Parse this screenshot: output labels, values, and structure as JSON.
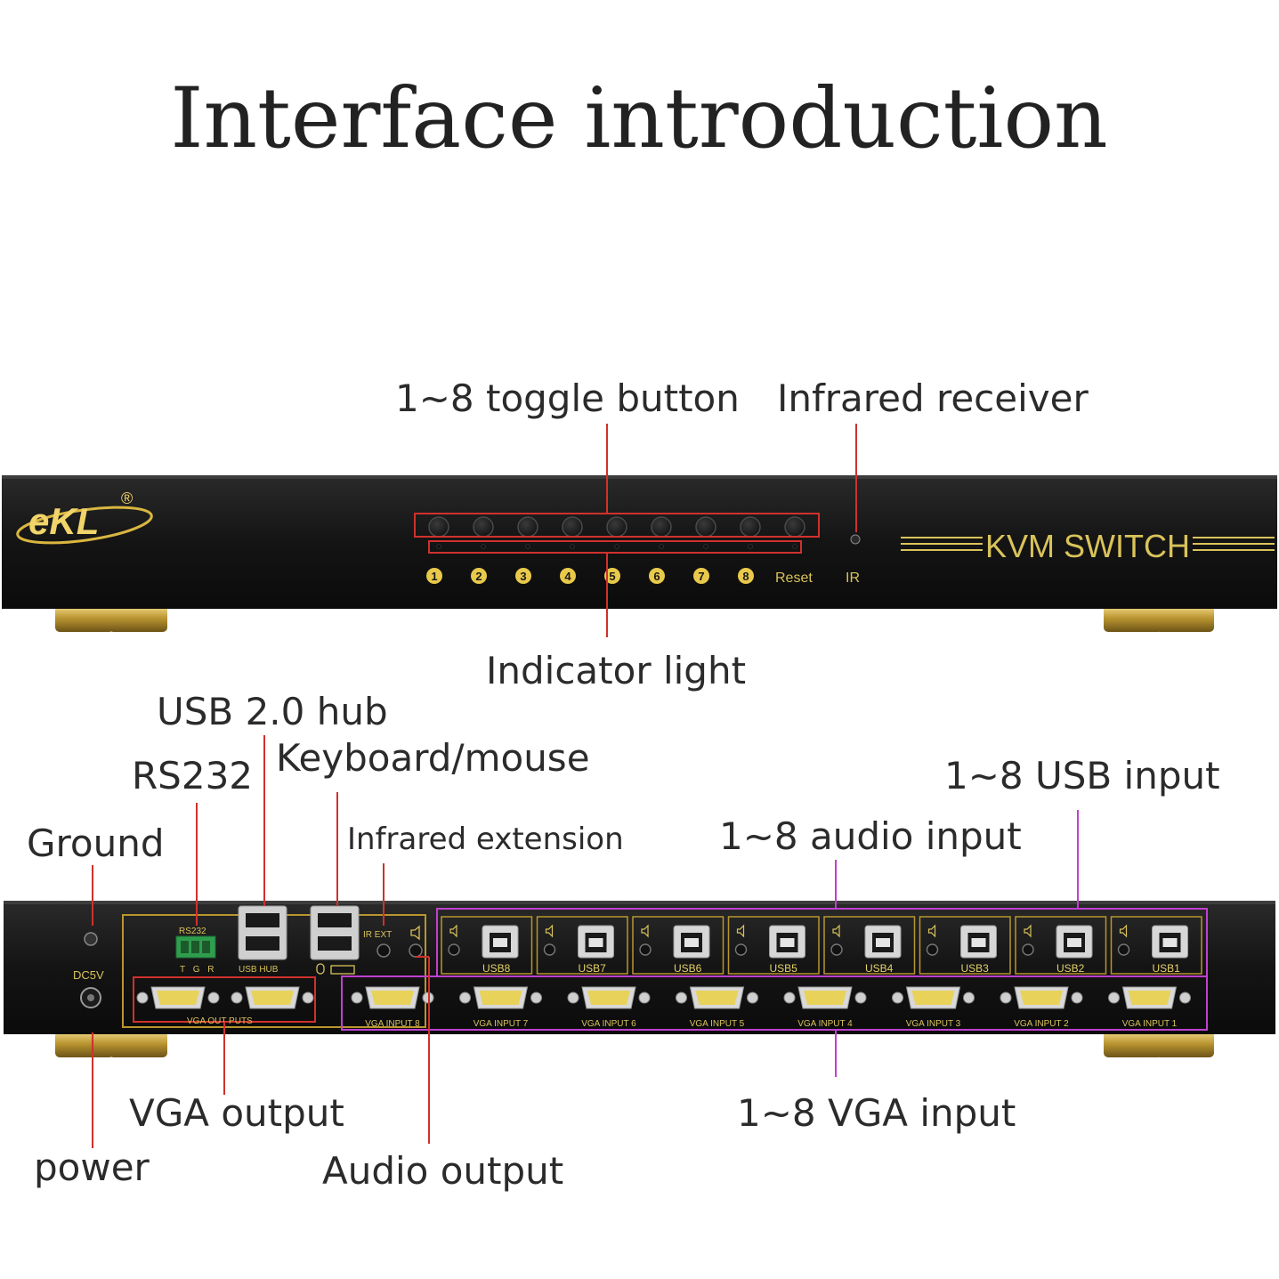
{
  "title": "Interface introduction",
  "brand": {
    "logo": "eKL",
    "registered": "®",
    "product": "KVM SWITCH"
  },
  "front": {
    "button_numbers": [
      "1",
      "2",
      "3",
      "4",
      "5",
      "6",
      "7",
      "8"
    ],
    "reset_label": "Reset",
    "ir_label": "IR"
  },
  "rear": {
    "dc_label": "DC5V",
    "rs232_label": "RS232",
    "rs232_pins": "T G R",
    "usb_hub_label": "USB HUB",
    "ir_ext_label": "IR EXT",
    "vga_out_label": "VGA OUT PUTS",
    "usb_ports": [
      "USB8",
      "USB7",
      "USB6",
      "USB5",
      "USB4",
      "USB3",
      "USB2",
      "USB1"
    ],
    "vga_inputs": [
      "VGA INPUT 8",
      "VGA INPUT 7",
      "VGA INPUT 6",
      "VGA INPUT 5",
      "VGA INPUT 4",
      "VGA INPUT 3",
      "VGA INPUT 2",
      "VGA INPUT 1"
    ]
  },
  "labels": {
    "toggle_button": "1~8 toggle button",
    "infrared_receiver": "Infrared receiver",
    "indicator_light": "Indicator light",
    "usb_hub": "USB 2.0 hub",
    "rs232": "RS232",
    "keyboard_mouse": "Keyboard/mouse",
    "usb_input": "1~8 USB input",
    "ground": "Ground",
    "infrared_extension": "Infrared extension",
    "audio_input": "1~8 audio input",
    "vga_output": "VGA output",
    "vga_input": "1~8 VGA input",
    "power": "power",
    "audio_output": "Audio output"
  },
  "colors": {
    "callout_red": "#d0312d",
    "callout_magenta": "#c040d0",
    "accent_gold": "#d9c35a",
    "panel": "#151515"
  }
}
